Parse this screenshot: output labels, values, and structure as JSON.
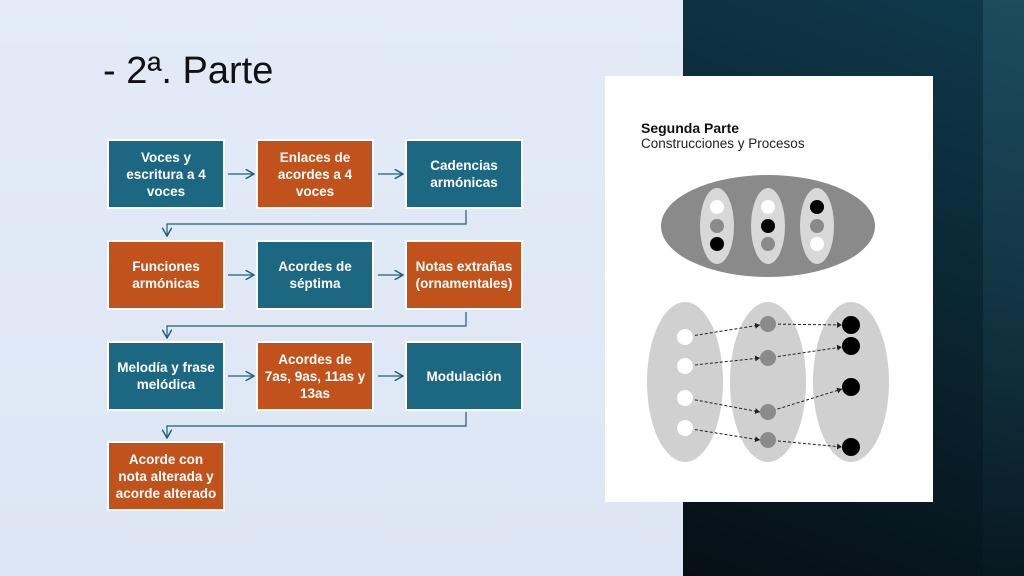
{
  "slide": {
    "title": "- 2ª. Parte"
  },
  "flow": {
    "boxes": [
      {
        "label": "Voces y escritura a 4 voces",
        "color": "#1c6782"
      },
      {
        "label": "Enlaces de acordes a 4 voces",
        "color": "#c2521c"
      },
      {
        "label": "Cadencias armónicas",
        "color": "#1c6782"
      },
      {
        "label": "Funciones armónicas",
        "color": "#c2521c"
      },
      {
        "label": "Acordes de séptima",
        "color": "#1c6782"
      },
      {
        "label": "Notas extrañas (ornamentales)",
        "color": "#c2521c"
      },
      {
        "label": "Melodía y frase melódica",
        "color": "#1c6782"
      },
      {
        "label": "Acordes de 7as, 9as, 11as y 13as",
        "color": "#c2521c"
      },
      {
        "label": "Modulación",
        "color": "#1c6782"
      },
      {
        "label": "Acorde con nota alterada y acorde alterado",
        "color": "#c2521c"
      }
    ]
  },
  "card": {
    "title": "Segunda Parte",
    "subtitle": "Construcciones y Procesos"
  }
}
